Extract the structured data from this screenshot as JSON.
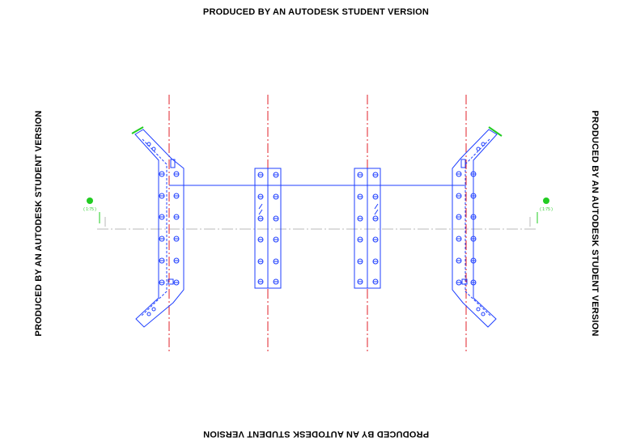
{
  "watermark": {
    "top": "PRODUCED BY AN AUTODESK STUDENT VERSION",
    "bottom": "PRODUCED BY AN AUTODESK STUDENT VERSION",
    "left": "PRODUCED BY AN AUTODESK STUDENT VERSION",
    "right": "PRODUCED BY AN AUTODESK STUDENT VERSION"
  },
  "colors": {
    "geometry": "#1f3fff",
    "centerline": "#e0202a",
    "axis": "#b8b8b8",
    "marker": "#22cc22",
    "watermark": "#000000"
  },
  "marker_label": "( 1:75 )"
}
